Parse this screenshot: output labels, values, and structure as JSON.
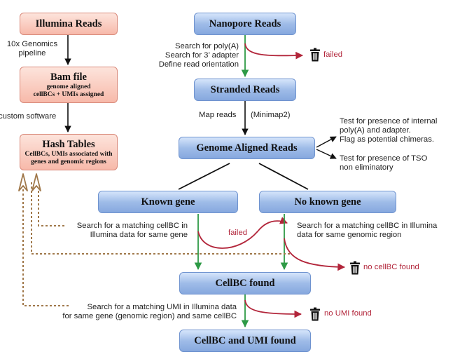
{
  "nodes": {
    "illumina_reads": "Illumina Reads",
    "bam_file": {
      "title": "Bam file",
      "sub1": "genome aligned",
      "sub2": "cellBCs + UMIs assigned"
    },
    "hash_tables": {
      "title": "Hash Tables",
      "sub1": "CellBCs, UMIs associated with",
      "sub2": "genes and genomic regions"
    },
    "nanopore_reads": "Nanopore Reads",
    "stranded_reads": "Stranded Reads",
    "genome_aligned_reads": "Genome Aligned Reads",
    "known_gene": "Known gene",
    "no_known_gene": "No known gene",
    "cellbc_found": "CellBC found",
    "cellbc_umi_found": "CellBC and UMI found"
  },
  "labels": {
    "tenx_line1": "10x Genomics",
    "tenx_line2": "pipeline",
    "custom_software": "custom software",
    "polya_line1": "Search for poly(A)",
    "polya_line2": "Search for 3’ adapter",
    "polya_line3": "Define read orientation",
    "map_reads": "Map reads",
    "minimap2": "(Minimap2)",
    "internal_line1": "Test for presence of internal",
    "internal_line2": "poly(A) and adapter.",
    "internal_line3": "Flag as potential chimeras.",
    "tso_line1": "Test for presence of TSO",
    "tso_line2": "non eliminatory",
    "known_search_line1": "Search for a matching cellBC in",
    "known_search_line2": "Illumina data for same gene",
    "noknown_search_line1": "Search for a matching cellBC in Illumina",
    "noknown_search_line2": "data for same genomic region",
    "umi_search_line1": "Search for a matching UMI in Illumina data",
    "umi_search_line2": "for same gene (genomic region) and same cellBC"
  },
  "failures": {
    "failed_top": "failed",
    "failed_mid": "failed",
    "no_cellbc": "no cellBC found",
    "no_umi": "no UMI found"
  },
  "icons": {
    "discard": "trash-bin-icon"
  },
  "colors": {
    "pass_arrow": "#2e9a46",
    "fail_arrow": "#b2253a",
    "lookup_link": "#a0784a"
  }
}
